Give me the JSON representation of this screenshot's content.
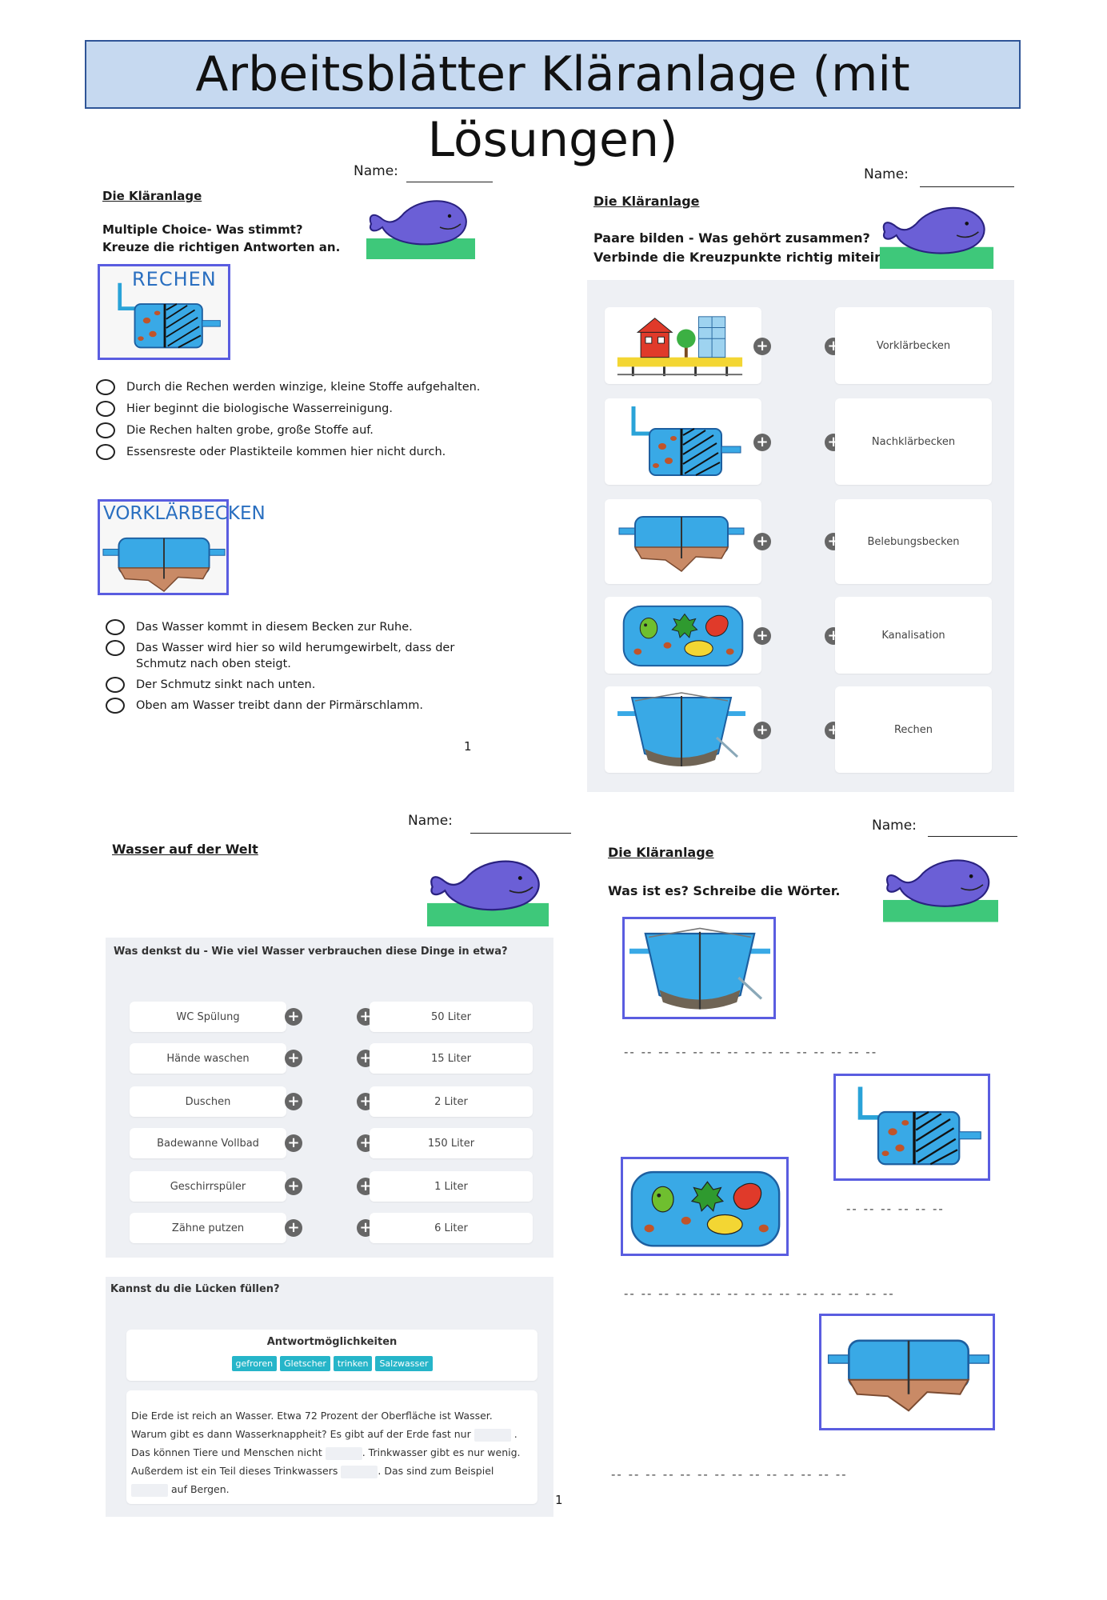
{
  "title": "Arbeitsblätter Kläranlage (mit Lösungen)",
  "ws1": {
    "name_label": "Name:",
    "heading": "Die Kläranlage",
    "instruction1": "Multiple Choice- Was stimmt?",
    "instruction2": "Kreuze die richtigen Antworten an.",
    "img1_label": "RECHEN",
    "q1_options": [
      "Durch die Rechen werden winzige, kleine Stoffe aufgehalten.",
      "Hier beginnt die biologische Wasserreinigung.",
      "Die Rechen halten grobe, große Stoffe auf.",
      "Essensreste oder Plastikteile kommen hier nicht durch."
    ],
    "img2_label": "VORKLÄRBECKEN",
    "q2_options": [
      "Das Wasser kommt in diesem Becken zur Ruhe.",
      "Das Wasser wird hier so wild herumgewirbelt, dass der Schmutz nach oben steigt.",
      "Der Schmutz sinkt nach unten.",
      "Oben am Wasser treibt dann der Pirmärschlamm."
    ],
    "page": "1"
  },
  "ws2": {
    "name_label": "Name:",
    "heading": "Die Kläranlage",
    "instruction1": "Paare bilden - Was gehört zusammen?",
    "instruction2": "Verbinde die Kreuzpunkte richtig miteinander.",
    "right_labels": [
      "Vorklärbecken",
      "Nachklärbecken",
      "Belebungsbecken",
      "Kanalisation",
      "Rechen"
    ]
  },
  "ws3": {
    "name_label": "Name:",
    "heading": "Wasser auf der Welt",
    "panel1_title": "Was denkst du - Wie viel Wasser verbrauchen diese Dinge in etwa?",
    "left_items": [
      "WC Spülung",
      "Hände waschen",
      "Duschen",
      "Badewanne Vollbad",
      "Geschirrspüler",
      "Zähne putzen"
    ],
    "right_items": [
      "50 Liter",
      "15 Liter",
      "2 Liter",
      "150 Liter",
      "1 Liter",
      "6 Liter"
    ],
    "panel2_title": "Kannst du die Lücken füllen?",
    "answers_title": "Antwortmöglichkeiten",
    "answers": [
      "gefroren",
      "Gletscher",
      "trinken",
      "Salzwasser"
    ],
    "text": {
      "s1": "Die Erde ist reich an Wasser. Etwa 72 Prozent der Oberfläche ist Wasser.",
      "s2": "Warum gibt es dann Wasserknappheit? Es gibt auf der Erde fast nur",
      "s3": "Das können Tiere und Menschen nicht",
      "s4": ". Trinkwasser gibt es nur wenig.",
      "s5": "Außerdem ist ein Teil dieses Trinkwassers",
      "s6": ". Das sind zum Beispiel",
      "s7": "auf Bergen.",
      "dot": "."
    },
    "page": "1"
  },
  "ws4": {
    "name_label": "Name:",
    "heading": "Die Kläranlage",
    "instruction": "Was ist es? Schreibe die Wörter.",
    "dash1": "-- -- -- -- -- -- -- -- -- -- -- -- -- -- --",
    "dash2": "-- -- -- -- -- --",
    "dash3": "-- -- -- -- -- -- -- -- -- -- -- -- -- -- -- --",
    "dash4": "-- -- -- -- -- -- -- -- -- -- -- -- -- --"
  }
}
